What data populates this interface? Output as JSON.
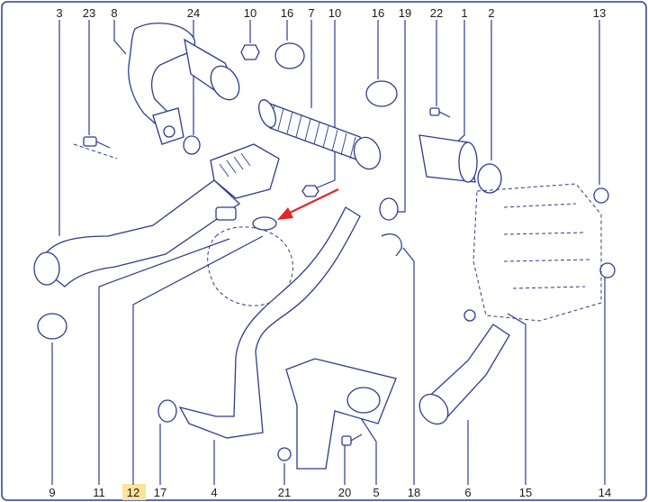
{
  "top_labels": [
    "3",
    "23",
    "8",
    "24",
    "10",
    "16",
    "7",
    "10",
    "16",
    "19",
    "22",
    "1",
    "2",
    "13"
  ],
  "bottom_labels": [
    "9",
    "11",
    "12",
    "17",
    "4",
    "21",
    "20",
    "5",
    "18",
    "6",
    "15",
    "14"
  ],
  "highlighted_label": "12",
  "colors": {
    "line": "#2e3b8c",
    "arrow": "#e0262a",
    "highlight": "#fbe39a"
  }
}
